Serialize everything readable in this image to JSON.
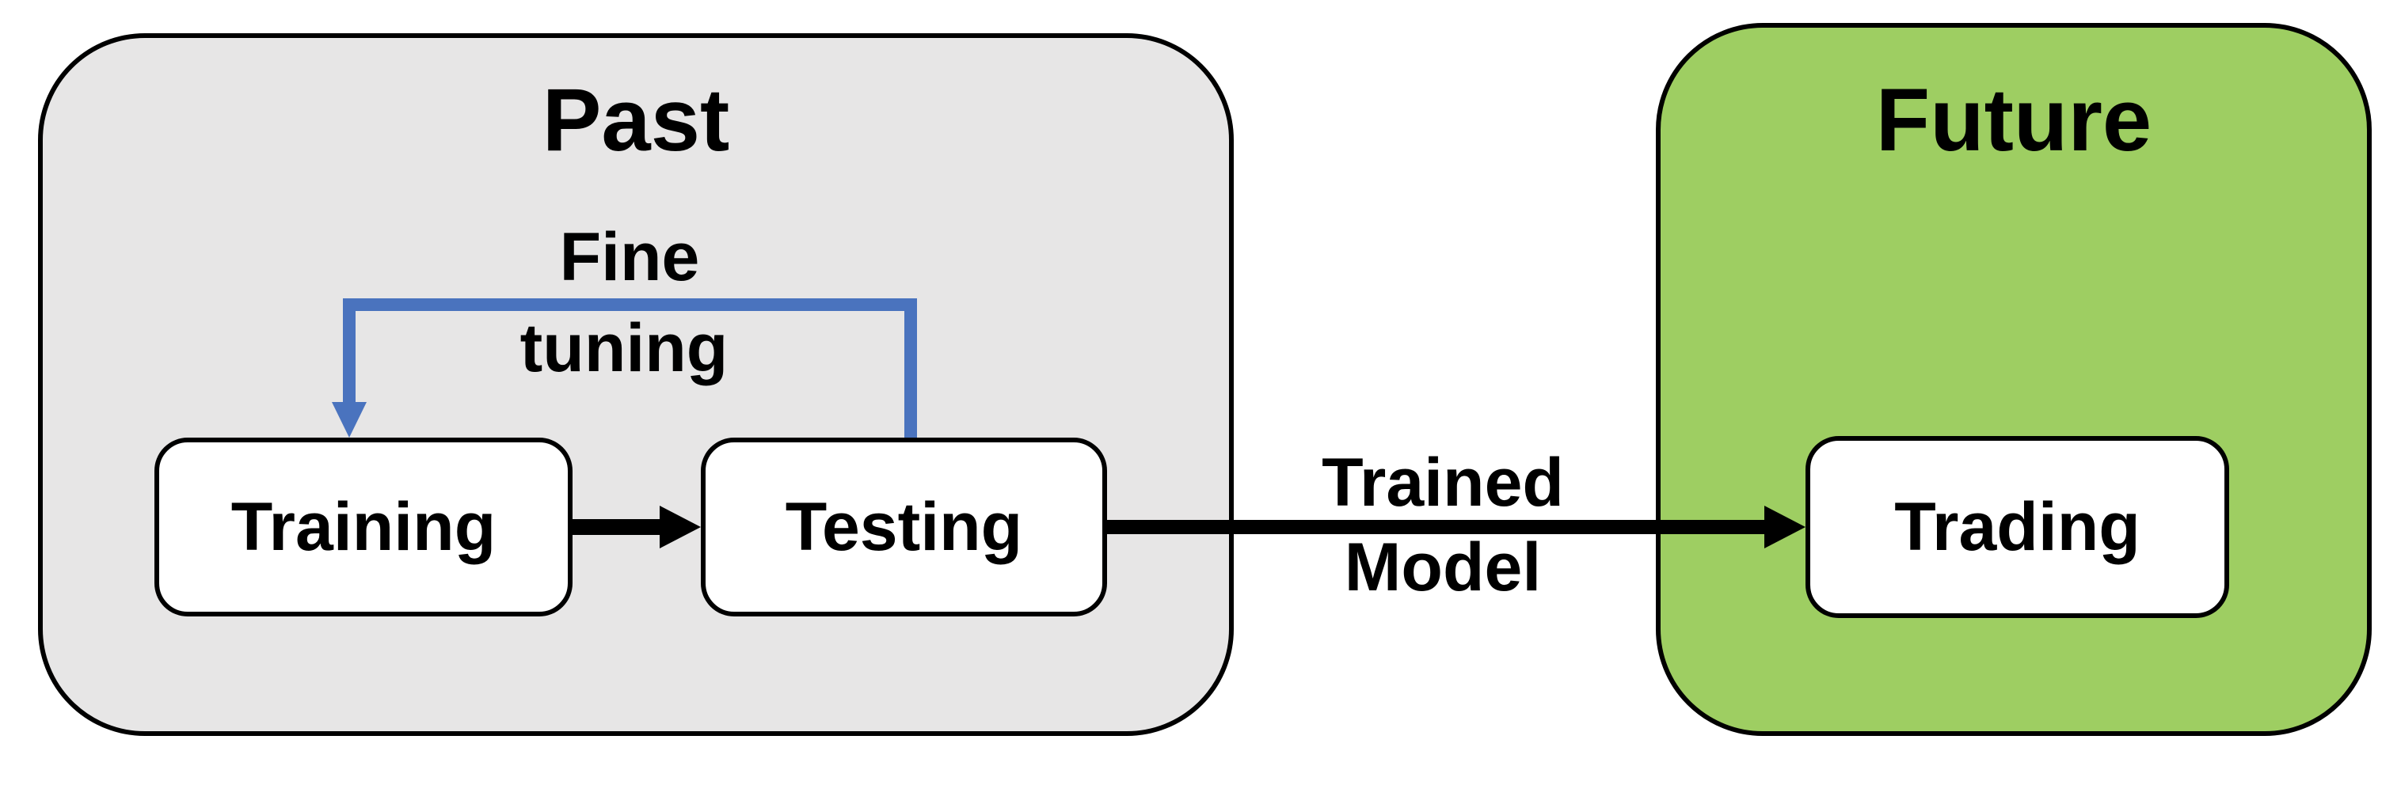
{
  "diagram": {
    "past": {
      "title": "Past",
      "boxes": [
        {
          "label": "Training"
        },
        {
          "label": "Testing"
        }
      ]
    },
    "future": {
      "title": "Future",
      "box": {
        "label": "Trading"
      }
    },
    "arrows": {
      "fine_tuning": {
        "label_line1": "Fine",
        "label_line2": "tuning",
        "from": "Testing",
        "to": "Training"
      },
      "training_to_testing": {
        "from": "Training",
        "to": "Testing"
      },
      "trained_model": {
        "label_line1": "Trained",
        "label_line2": "Model",
        "from": "Testing",
        "to": "Trading"
      }
    }
  },
  "theme": {
    "page_bg": "#ffffff",
    "past_fill": "#e7e6e6",
    "future_fill": "#9ece62",
    "box_fill": "#ffffff",
    "border": "#000000",
    "arrow_black": "#000000",
    "arrow_blue": "#4a73be",
    "text": "#000000"
  }
}
